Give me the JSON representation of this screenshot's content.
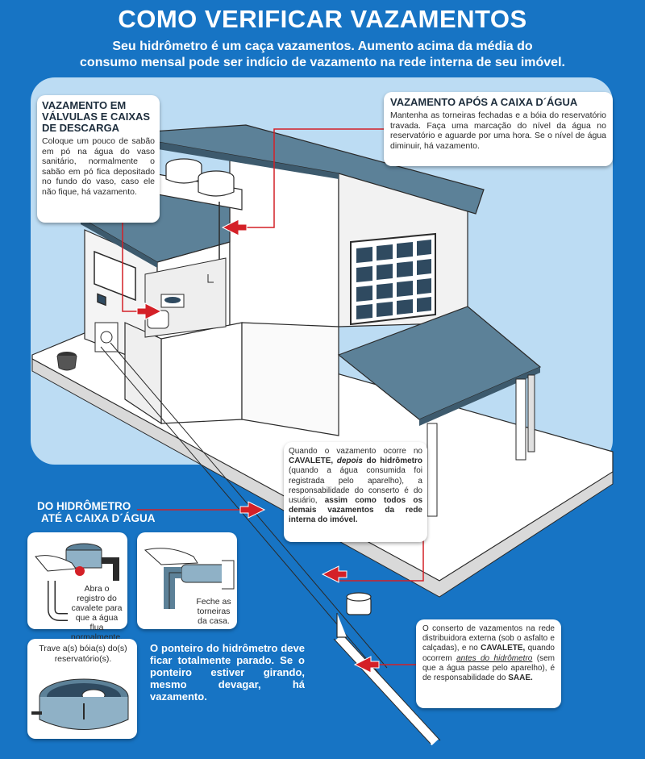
{
  "header": {
    "title": "COMO VERIFICAR VAZAMENTOS",
    "subtitle_line1": "Seu hidrômetro é um caça vazamentos. Aumento acima da média do",
    "subtitle_line2": "consumo mensal pode ser indício de vazamento na rede interna de seu imóvel."
  },
  "card_valvulas": {
    "title": "VAZAMENTO EM VÁLVULAS E CAIXAS DE DESCARGA",
    "text": "Coloque um pouco de sabão em pó na água do vaso sanitário, normalmente o sabão em pó fica depositado no fundo do vaso, caso ele não fique, há vazamento."
  },
  "card_caixa": {
    "title": "VAZAMENTO APÓS A CAIXA D´ÁGUA",
    "text": "Mantenha as torneiras fechadas e a bóia do reservatório travada. Faça uma marcação do nível da água no reservatório e aguarde por uma hora. Se o nível de água diminuir, há vazamento."
  },
  "card_cavalete": {
    "p1": "Quando o vazamento ocorre no",
    "p2_bold": "CAVALETE,",
    "p2_italic": "depois",
    "p2_rest": "do hidrômetro",
    "p3": "(quando a água consumida foi registrada pelo aparelho), a responsabilidade do conserto é do usuário,",
    "p4_bold": "assim como todos os demais vazamentos da rede interna do imóvel."
  },
  "section_hidrometro": {
    "line1": "DO HIDRÔMETRO",
    "line2": "ATÉ A CAIXA D´ÁGUA"
  },
  "step_registro": {
    "text": "Abra o registro do cavalete para que a água flua normalmente."
  },
  "step_torneiras": {
    "text": "Feche as torneiras da casa."
  },
  "step_boia": {
    "text": "Trave a(s) bóia(s) do(s) reservatório(s)."
  },
  "ponteiro": {
    "text": "O ponteiro do hidrômetro deve ficar totalmente parado. Se o ponteiro estiver girando, mesmo devagar, há vazamento."
  },
  "card_saae": {
    "p1": "O conserto de vazamentos na rede distribuidora externa (sob o asfalto e calçadas), e no",
    "p2_bold": "CAVALETE,",
    "p2_rest": "quando ocorrem",
    "p3_italic": "antes do hidrômetro",
    "p3_rest": "(sem que a água passe pelo aparelho), é de responsabilidade do",
    "p4_bold": "SAAE."
  },
  "colors": {
    "background": "#1774c4",
    "sky": "#bcdcf3",
    "roof": "#5c8198",
    "arrow": "#d42027"
  }
}
